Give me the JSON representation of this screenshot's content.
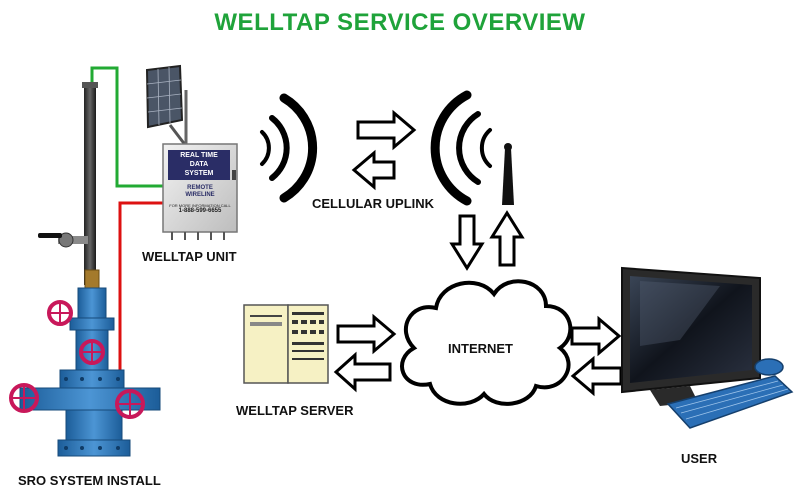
{
  "title": "WELLTAP SERVICE OVERVIEW",
  "labels": {
    "sro_install": "SRO SYSTEM INSTALL",
    "welltap_unit": "WELLTAP UNIT",
    "cellular_uplink": "CELLULAR UPLINK",
    "welltap_server": "WELLTAP SERVER",
    "internet": "INTERNET",
    "user": "USER"
  },
  "box_panel": {
    "line1": "REAL TIME",
    "line2": "DATA",
    "line3": "SYSTEM",
    "brand1": "REMOTE",
    "brand2": "WIRELINE",
    "info": "FOR MORE INFORMATION CALL",
    "phone": "1-888-599-6655"
  },
  "colors": {
    "title": "#1fa33a",
    "wire_green": "#22aa33",
    "wire_red": "#dd1111",
    "wellhead": "#2e78b8",
    "valve": "#c8185a",
    "server": "#f6f1c4",
    "monitor_screen": "#1a1f2a",
    "keyboard": "#2b6fb6"
  },
  "icons": [
    "solar-panel-icon",
    "signal-waves-icon",
    "antenna-icon",
    "cloud-icon",
    "server-icon",
    "monitor-icon",
    "keyboard-icon",
    "mouse-icon",
    "arrow-icon"
  ]
}
